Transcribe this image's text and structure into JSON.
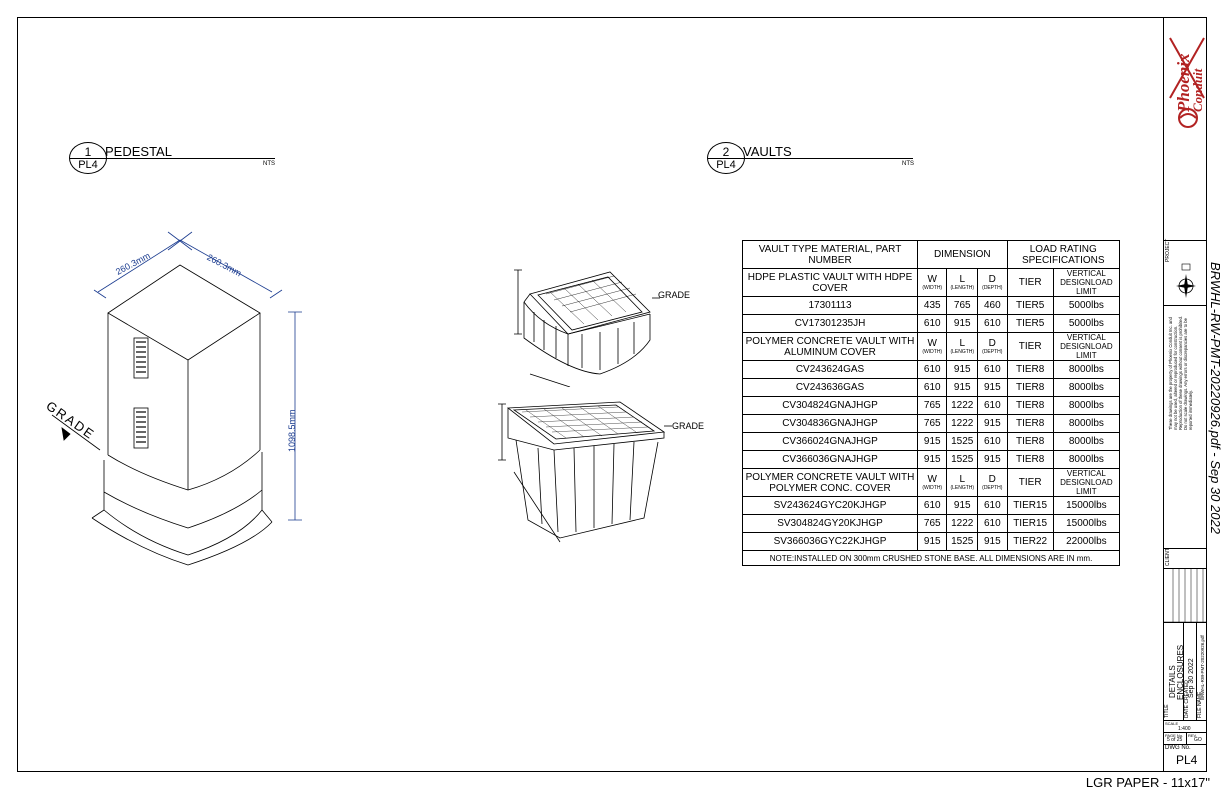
{
  "sheet": {
    "file_label": "BRWHL-RW-PMT-20220926.pdf - Sep 30 2022",
    "paper_label": "LGR PAPER - 11x17\""
  },
  "views": [
    {
      "number": "1",
      "sheet": "PL4",
      "title": "PEDESTAL",
      "scale": "NTS"
    },
    {
      "number": "2",
      "sheet": "PL4",
      "title": "VAULTS",
      "scale": "NTS"
    }
  ],
  "pedestal": {
    "dim_width_left": "260.3mm",
    "dim_width_right": "260.3mm",
    "dim_height": "1098.5mm",
    "grade_label": "GRADE"
  },
  "vault_drawings": {
    "grade_top": "GRADE",
    "grade_bottom": "GRADE"
  },
  "table": {
    "header": {
      "col1": "VAULT TYPE MATERIAL, PART NUMBER",
      "col2": "DIMENSION",
      "col3": "LOAD RATING SPECIFICATIONS"
    },
    "sub": {
      "w": "W",
      "w_note": "(WIDTH)",
      "l": "L",
      "l_note": "(LENGTH)",
      "d": "D",
      "d_note": "(DEPTH)",
      "tier": "TIER",
      "limit": "VERTICAL DESIGNLOAD LIMIT"
    },
    "groups": [
      {
        "title": "HDPE PLASTIC VAULT WITH HDPE COVER",
        "rows": [
          {
            "part": "17301113",
            "w": "435",
            "l": "765",
            "d": "460",
            "tier": "TIER5",
            "limit": "5000lbs"
          },
          {
            "part": "CV17301235JH",
            "w": "610",
            "l": "915",
            "d": "610",
            "tier": "TIER5",
            "limit": "5000lbs"
          }
        ]
      },
      {
        "title": "POLYMER CONCRETE VAULT WITH ALUMINUM COVER",
        "rows": [
          {
            "part": "CV243624GAS",
            "w": "610",
            "l": "915",
            "d": "610",
            "tier": "TIER8",
            "limit": "8000lbs"
          },
          {
            "part": "CV243636GAS",
            "w": "610",
            "l": "915",
            "d": "915",
            "tier": "TIER8",
            "limit": "8000lbs"
          },
          {
            "part": "CV304824GNAJHGP",
            "w": "765",
            "l": "1222",
            "d": "610",
            "tier": "TIER8",
            "limit": "8000lbs"
          },
          {
            "part": "CV304836GNAJHGP",
            "w": "765",
            "l": "1222",
            "d": "915",
            "tier": "TIER8",
            "limit": "8000lbs"
          },
          {
            "part": "CV366024GNAJHGP",
            "w": "915",
            "l": "1525",
            "d": "610",
            "tier": "TIER8",
            "limit": "8000lbs"
          },
          {
            "part": "CV366036GNAJHGP",
            "w": "915",
            "l": "1525",
            "d": "915",
            "tier": "TIER8",
            "limit": "8000lbs"
          }
        ]
      },
      {
        "title": "POLYMER CONCRETE VAULT WITH POLYMER CONC. COVER",
        "rows": [
          {
            "part": "SV243624GYC20KJHGP",
            "w": "610",
            "l": "915",
            "d": "610",
            "tier": "TIER15",
            "limit": "15000lbs"
          },
          {
            "part": "SV304824GY20KJHGP",
            "w": "765",
            "l": "1222",
            "d": "610",
            "tier": "TIER15",
            "limit": "15000lbs"
          },
          {
            "part": "SV366036GYC22KJHGP",
            "w": "915",
            "l": "1525",
            "d": "915",
            "tier": "TIER22",
            "limit": "22000lbs"
          }
        ]
      }
    ],
    "note": "NOTE:INSTALLED ON 300mm CRUSHED STONE BASE.  ALL DIMENSIONS ARE IN mm."
  },
  "title_block": {
    "logo_text": "Phoenix Conduit",
    "project_label": "PROJECT",
    "disclaimer": "These drawings are the property of Phoenix Conduit Inc. and may not be used, altered or reproduced for construction. Reproduction of these drawings without consent is prohibited. Do not scale drawings. Any errors or discrepancies are to be reported immediately.",
    "client_label": "CLIENT",
    "title_label": "TITLE",
    "drawing_title_1": "DETAILS",
    "drawing_title_2": "ENCLOSURES",
    "date_label": "DATE CREATED",
    "date_value": "Sep 30 2022",
    "file_label": "FILE NAME",
    "file_value": "BRWHL-RW-PMT-20220926.pdf",
    "scale_label": "SCALE",
    "scale_value": "1:400",
    "page_label": "PAGE No.",
    "page_value": "5 of 25",
    "rev_label": "REV.",
    "rev_value": "GO",
    "dwg_label": "DWG No.",
    "dwg_value": "PL4"
  }
}
